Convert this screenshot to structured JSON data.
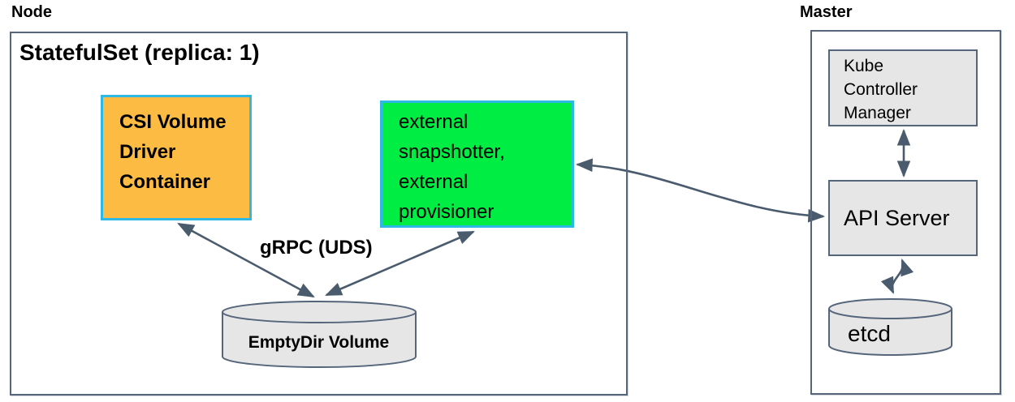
{
  "node": {
    "label": "Node",
    "statefulset_label": "StatefulSet (replica: 1)",
    "csi_box": {
      "lines": [
        "CSI Volume",
        "Driver",
        "Container"
      ],
      "fill": "#fcbb42",
      "border": "#2eb8e6"
    },
    "sidecar_box": {
      "lines": [
        "external",
        "snapshotter,",
        "external",
        "provisioner"
      ],
      "fill": "#00ed43",
      "border": "#2eb8e6"
    },
    "grpc_label": "gRPC (UDS)",
    "emptydir_label": "EmptyDir Volume"
  },
  "master": {
    "label": "Master",
    "kcm_box": {
      "lines": [
        "Kube",
        "Controller",
        "Manager"
      ]
    },
    "api_server_label": "API Server",
    "etcd_label": "etcd"
  },
  "colors": {
    "line": "#55657a",
    "arrow": "#4a5b6e",
    "gray_fill": "#e6e6e7",
    "orange_fill": "#fcbb42",
    "green_fill": "#00ed43",
    "cyan_border": "#2eb8e6",
    "text": "#000000",
    "background": "#ffffff"
  },
  "connections": [
    "csi-box <-> emptydir-volume (bidirectional, gRPC UDS)",
    "sidecar-box <-> emptydir-volume (bidirectional, gRPC UDS)",
    "sidecar-box <-> api-server (bidirectional)",
    "kube-controller-manager <-> api-server (bidirectional)",
    "api-server <-> etcd (bidirectional)"
  ]
}
